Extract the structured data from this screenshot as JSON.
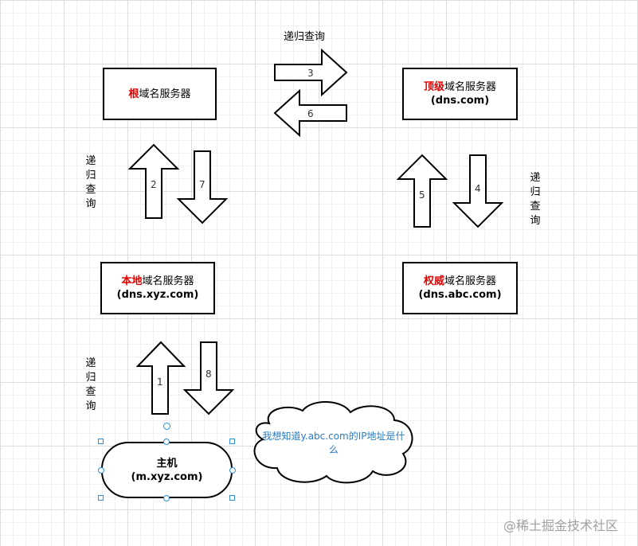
{
  "servers": {
    "root": {
      "highlight": "根",
      "rest": "域名服务器"
    },
    "tld": {
      "highlight": "顶级",
      "rest": "域名服务器",
      "sub": "(dns.com)"
    },
    "local": {
      "highlight": "本地",
      "rest": "域名服务器",
      "sub": "(dns.xyz.com)"
    },
    "authoritative": {
      "highlight": "权威",
      "rest": "域名服务器",
      "sub": "(dns.abc.com)"
    },
    "host": {
      "title": "主机",
      "sub": "(m.xyz.com)"
    }
  },
  "labels": {
    "recursive_top": "递归查询",
    "recursive_left_upper": "递归查询",
    "recursive_right": "递归查询",
    "recursive_left_lower": "递归查询"
  },
  "arrows": {
    "a1": "1",
    "a2": "2",
    "a3": "3",
    "a4": "4",
    "a5": "5",
    "a6": "6",
    "a7": "7",
    "a8": "8"
  },
  "cloud": {
    "text": "我想知道y.abc.com的IP地址是什么"
  },
  "watermark": "@稀土掘金技术社区",
  "colors": {
    "highlight": "#e00000",
    "selection": "#2a8fd6",
    "cloud_text": "#2a7bbf"
  }
}
